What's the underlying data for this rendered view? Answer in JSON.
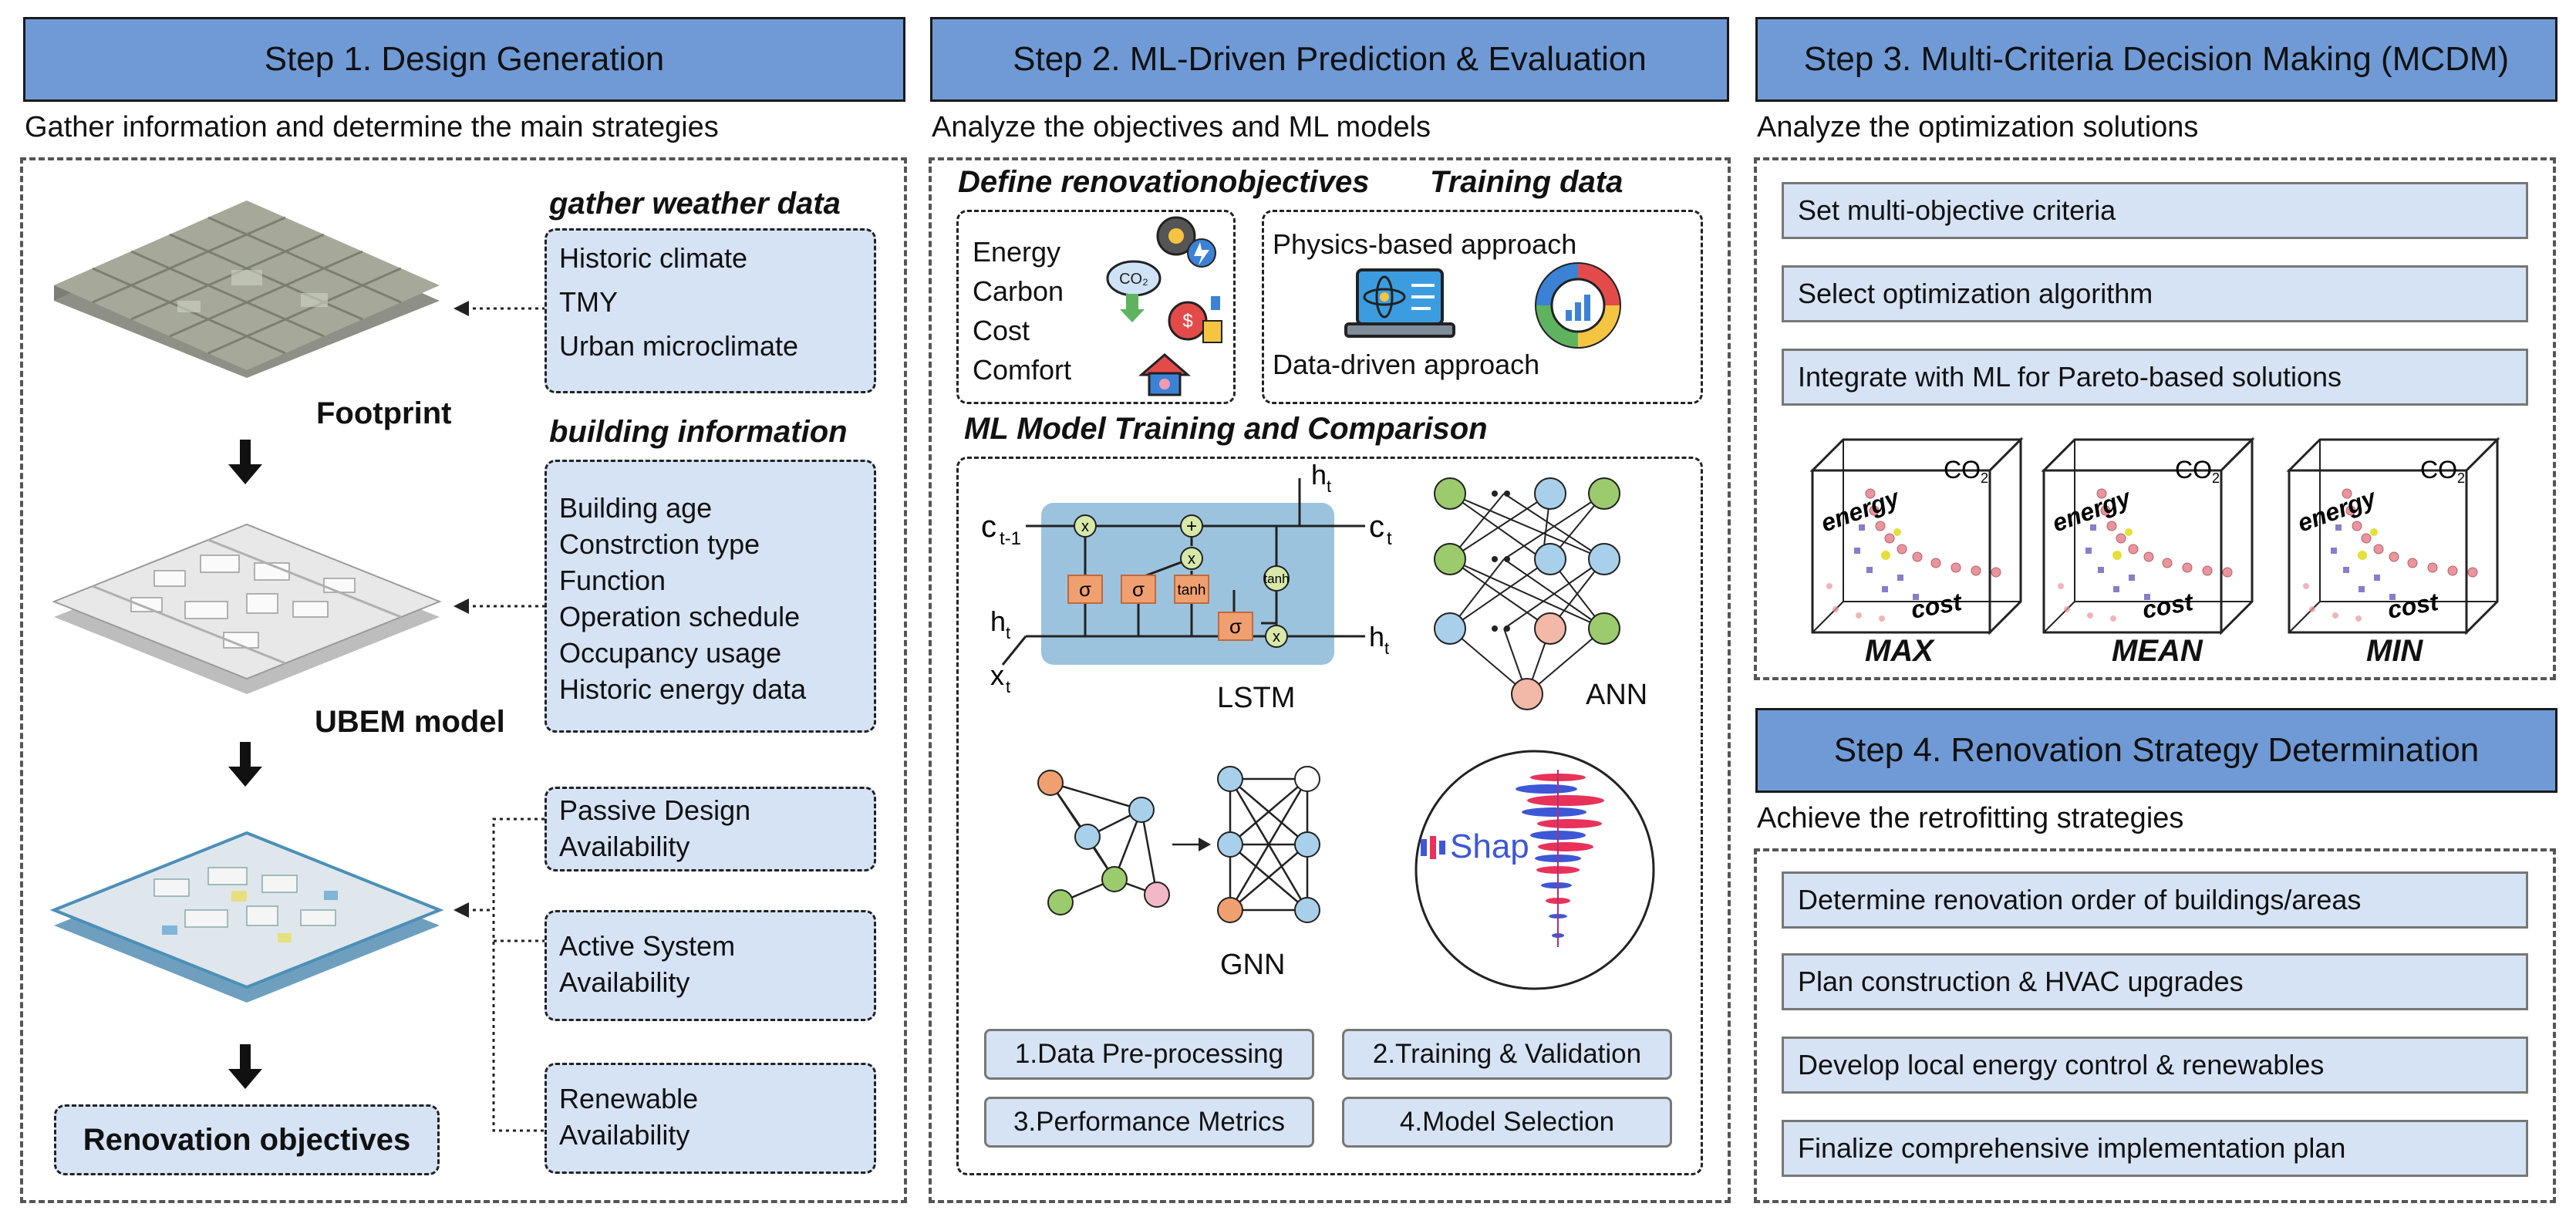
{
  "step1": {
    "header": "Step 1. Design Generation",
    "subtitle": "Gather information and determine the main strategies",
    "weather_title": "gather weather data",
    "weather_items": [
      "Historic climate",
      "TMY",
      "Urban microclimate"
    ],
    "building_title": "building information",
    "building_items": [
      "Building age",
      "Constrction type",
      "Function",
      "Operation schedule",
      "Occupancy usage",
      "Historic energy data"
    ],
    "footprint_label": "Footprint",
    "ubem_label": "UBEM model",
    "availability": [
      {
        "line1": "Passive Design",
        "line2": "Availability"
      },
      {
        "line1": "Active System",
        "line2": "Availability"
      },
      {
        "line1": "Renewable",
        "line2": "Availability"
      }
    ],
    "renovation_label": "Renovation objectives"
  },
  "step2": {
    "header": "Step 2. ML-Driven Prediction & Evaluation",
    "subtitle": "Analyze the objectives and ML models",
    "objectives_title": "Define renovationobjectives",
    "objectives": [
      "Energy",
      "Carbon",
      "Cost",
      "Comfort"
    ],
    "training_title": "Training data",
    "physics_label": "Physics-based approach",
    "data_label": "Data-driven approach",
    "ml_title": "ML Model Training and Comparison",
    "lstm_label": "LSTM",
    "ann_label": "ANN",
    "gnn_label": "GNN",
    "shap_label": "Shap",
    "lstm_symbols": {
      "c_prev": "c",
      "c_prev_sub": "t-1",
      "c_out": "c",
      "c_out_sub": "t",
      "h_top": "h",
      "h_top_sub": "t",
      "h_in": "h",
      "h_in_sub": "t",
      "h_out": "h",
      "h_out_sub": "t",
      "x": "x",
      "x_sub": "t",
      "times": "x",
      "plus": "+",
      "sigma": "σ",
      "tanh": "tanh"
    },
    "steps": [
      "1.Data Pre-processing",
      "2.Training & Validation",
      "3.Performance Metrics",
      "4.Model Selection"
    ]
  },
  "step3": {
    "header": "Step 3. Multi-Criteria Decision Making (MCDM)",
    "subtitle": "Analyze the optimization solutions",
    "items": [
      "Set multi-objective criteria",
      "Select optimization algorithm",
      "Integrate with ML for Pareto-based solutions"
    ],
    "axes": {
      "y": "energy",
      "z": "CO",
      "z_sub": "2",
      "x": "cost"
    },
    "cases": [
      "MAX",
      "MEAN",
      "MIN"
    ]
  },
  "step4": {
    "header": "Step 4. Renovation Strategy Determination",
    "subtitle": "Achieve the retrofitting strategies",
    "items": [
      "Determine renovation order of buildings/areas",
      "Plan construction & HVAC upgrades",
      "Develop local energy control & renewables",
      "Finalize comprehensive implementation plan"
    ]
  },
  "colors": {
    "header": "#6f9ad6",
    "box": "#d6e3f5",
    "lstm_bg": "#9cc3de",
    "gate": "#f0a070",
    "node_blue": "#a8d0ea",
    "node_green": "#9ccb6e",
    "node_pink": "#f2b8a8",
    "pareto_pink": "#e9959b"
  }
}
